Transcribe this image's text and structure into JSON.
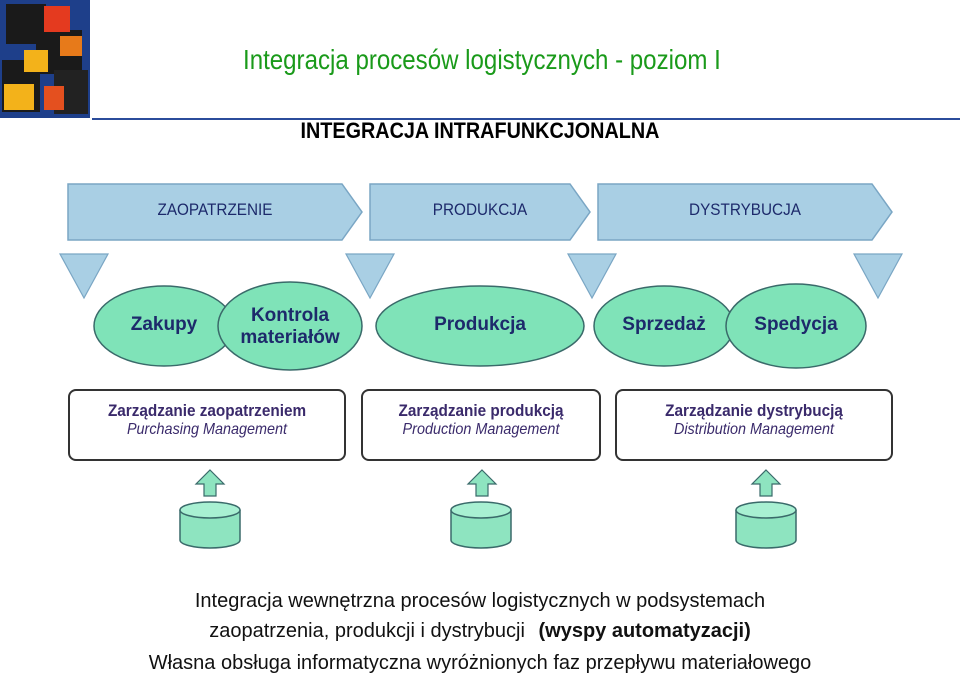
{
  "header": {
    "title": "Integracja procesów logistycznych - poziom I",
    "subtitle": "INTEGRACJA INTRAFUNKCJONALNA"
  },
  "colors": {
    "title": "#1a9a1a",
    "rule": "#2b4c9b",
    "arrow_fill": "#a9cfe4",
    "ellipse_fill": "#7fe3b8",
    "db_fill": "#8ee4c0",
    "text_dark": "#1d2a6b"
  },
  "functions": [
    {
      "label": "ZAOPATRZENIE"
    },
    {
      "label": "PRODUKCJA"
    },
    {
      "label": "DYSTRYBUCJA"
    }
  ],
  "processes": [
    {
      "label": "Zakupy"
    },
    {
      "label": "Kontrola materiałów"
    },
    {
      "label": "Produkcja"
    },
    {
      "label": "Sprzedaż"
    },
    {
      "label": "Spedycja"
    }
  ],
  "management": [
    {
      "title": "Zarządzanie zaopatrzeniem",
      "subtitle": "Purchasing Management"
    },
    {
      "title": "Zarządzanie produkcją",
      "subtitle": "Production Management"
    },
    {
      "title": "Zarządzanie dystrybucją",
      "subtitle": "Distribution Management"
    }
  ],
  "footer": {
    "line1": "Integracja wewnętrzna procesów logistycznych w podsystemach",
    "line2_normal": "zaopatrzenia, produkcji i dystrybucji",
    "line2_bold": "(wyspy automatyzacji)",
    "line3": "Własna obsługa informatyczna wyróżnionych faz przepływu materiałowego"
  }
}
